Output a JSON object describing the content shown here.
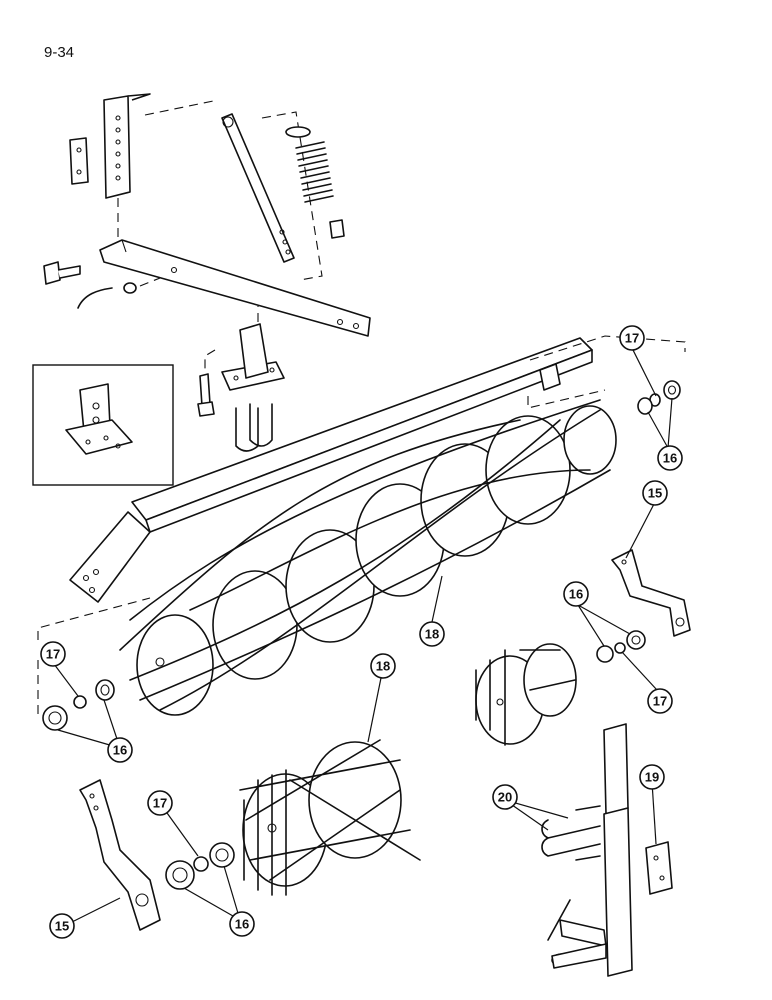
{
  "page": {
    "number_label": "9-34"
  },
  "callouts": [
    {
      "label": "17",
      "target": "washer-upper-right"
    },
    {
      "label": "16",
      "target": "bearing-upper-right"
    },
    {
      "label": "15",
      "target": "bracket-right"
    },
    {
      "label": "18",
      "target": "roller-long"
    },
    {
      "label": "16",
      "target": "bearing-mid-right"
    },
    {
      "label": "17",
      "target": "washer-mid-right"
    },
    {
      "label": "17",
      "target": "washer-left"
    },
    {
      "label": "16",
      "target": "bearing-left"
    },
    {
      "label": "18",
      "target": "roller-short"
    },
    {
      "label": "17",
      "target": "washer-lower"
    },
    {
      "label": "16",
      "target": "bearing-lower"
    },
    {
      "label": "15",
      "target": "bracket-left"
    },
    {
      "label": "20",
      "target": "u-bolts"
    },
    {
      "label": "19",
      "target": "clamp-plate"
    }
  ]
}
